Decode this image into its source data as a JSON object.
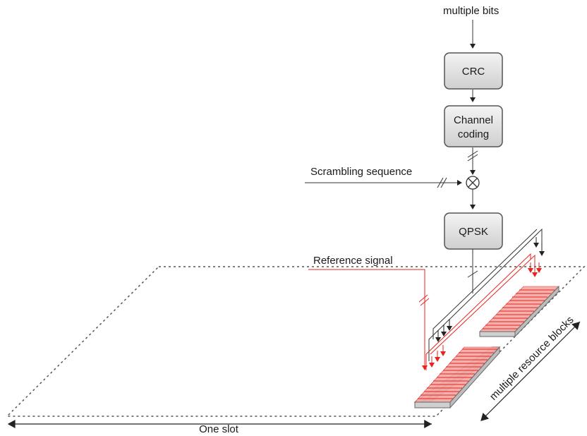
{
  "labels": {
    "input": "multiple bits",
    "crc": "CRC",
    "channel_coding_line1": "Channel",
    "channel_coding_line2": "coding",
    "scrambling": "Scrambling sequence",
    "qpsk": "QPSK",
    "reference": "Reference signal",
    "resource_blocks": "multiple resource blocks",
    "slot": "One slot"
  },
  "colors": {
    "reference_signal": "#e8231f",
    "block_fill": "#e6e6e6",
    "rb_stripe_fill": "#f2a9a5"
  }
}
